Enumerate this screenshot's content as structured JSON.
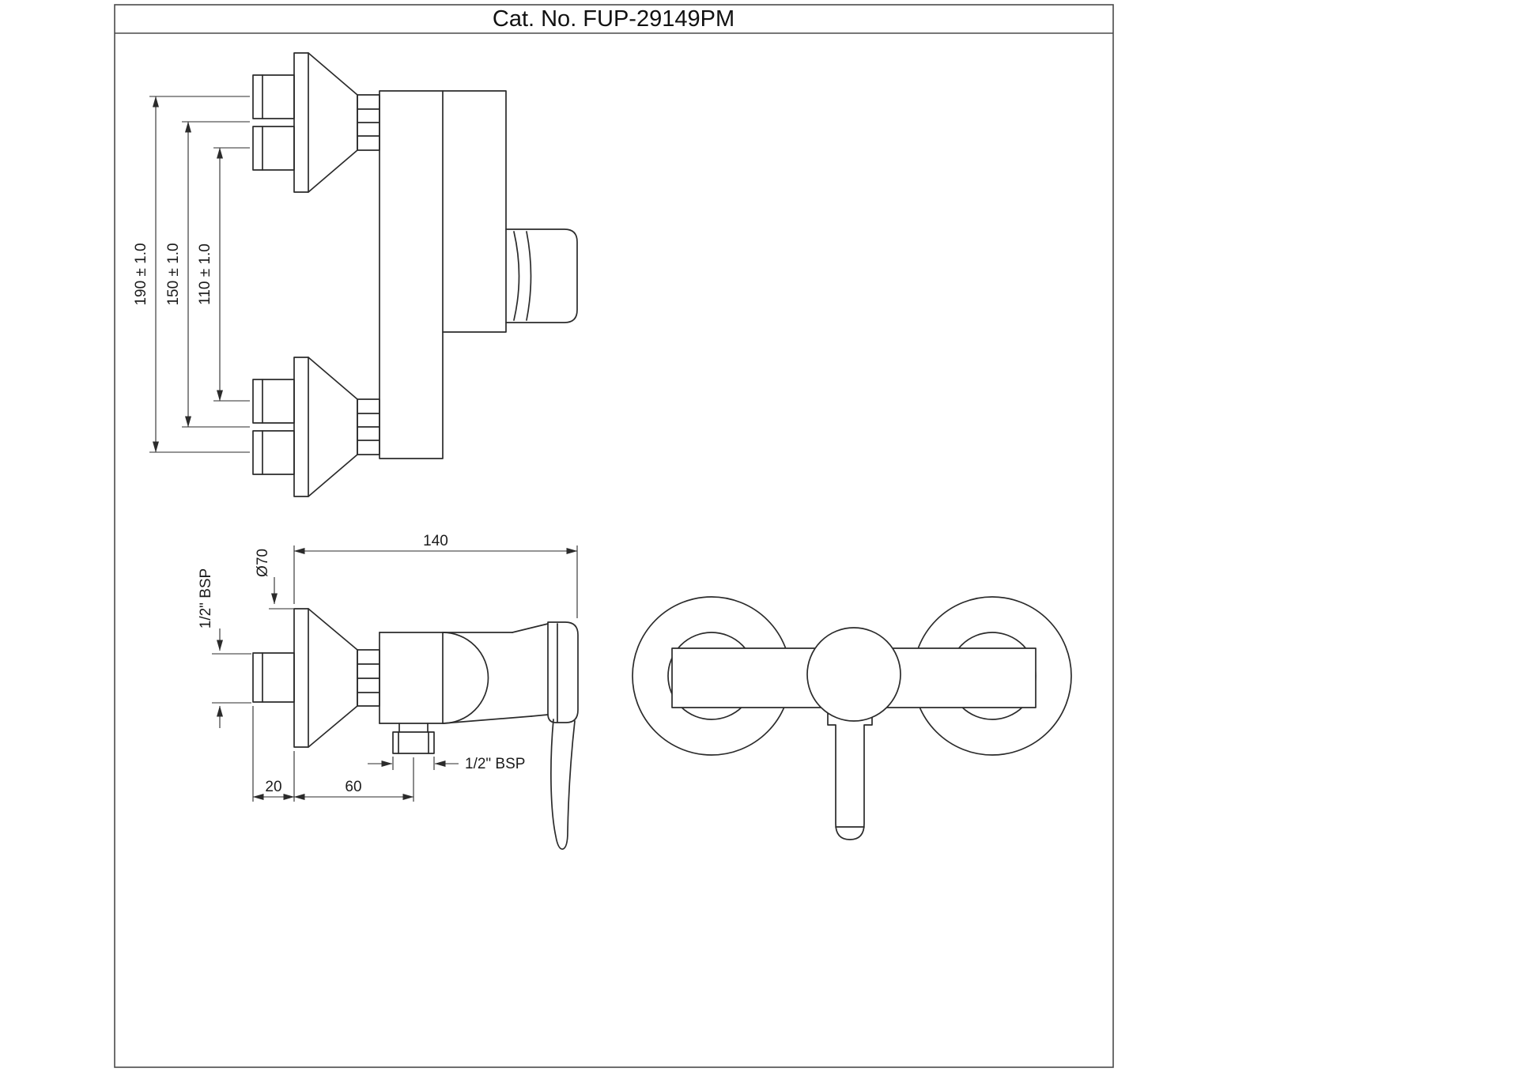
{
  "title": "Cat. No. FUP-29149PM",
  "drawing": {
    "side_view": {
      "dim_190": "190 ± 1.0",
      "dim_150": "150 ± 1.0",
      "dim_110": "110 ± 1.0"
    },
    "plan_view": {
      "dim_140": "140",
      "dim_dia70": "Ø70",
      "dim_bsp_inlet": "1/2\" BSP",
      "dim_20": "20",
      "dim_60": "60",
      "dim_bsp_outlet": "1/2\" BSP"
    }
  },
  "colors": {
    "line": "#2b2b2b",
    "background": "#ffffff"
  }
}
